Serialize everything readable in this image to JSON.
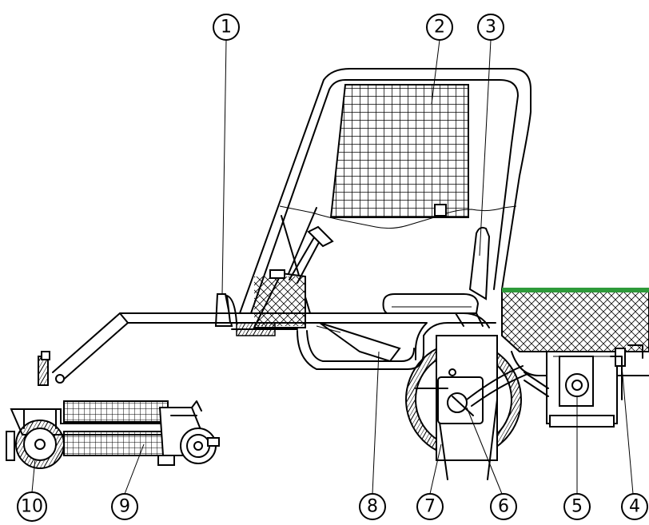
{
  "colors": {
    "line": "#000000",
    "background": "#ffffff",
    "grass": "#2e9a3a"
  },
  "callouts": [
    {
      "id": "1",
      "label": "1"
    },
    {
      "id": "2",
      "label": "2"
    },
    {
      "id": "3",
      "label": "3"
    },
    {
      "id": "4",
      "label": "4"
    },
    {
      "id": "5",
      "label": "5"
    },
    {
      "id": "6",
      "label": "6"
    },
    {
      "id": "7",
      "label": "7"
    },
    {
      "id": "8",
      "label": "8"
    },
    {
      "id": "9",
      "label": "9"
    },
    {
      "id": "10",
      "label": "10"
    }
  ]
}
